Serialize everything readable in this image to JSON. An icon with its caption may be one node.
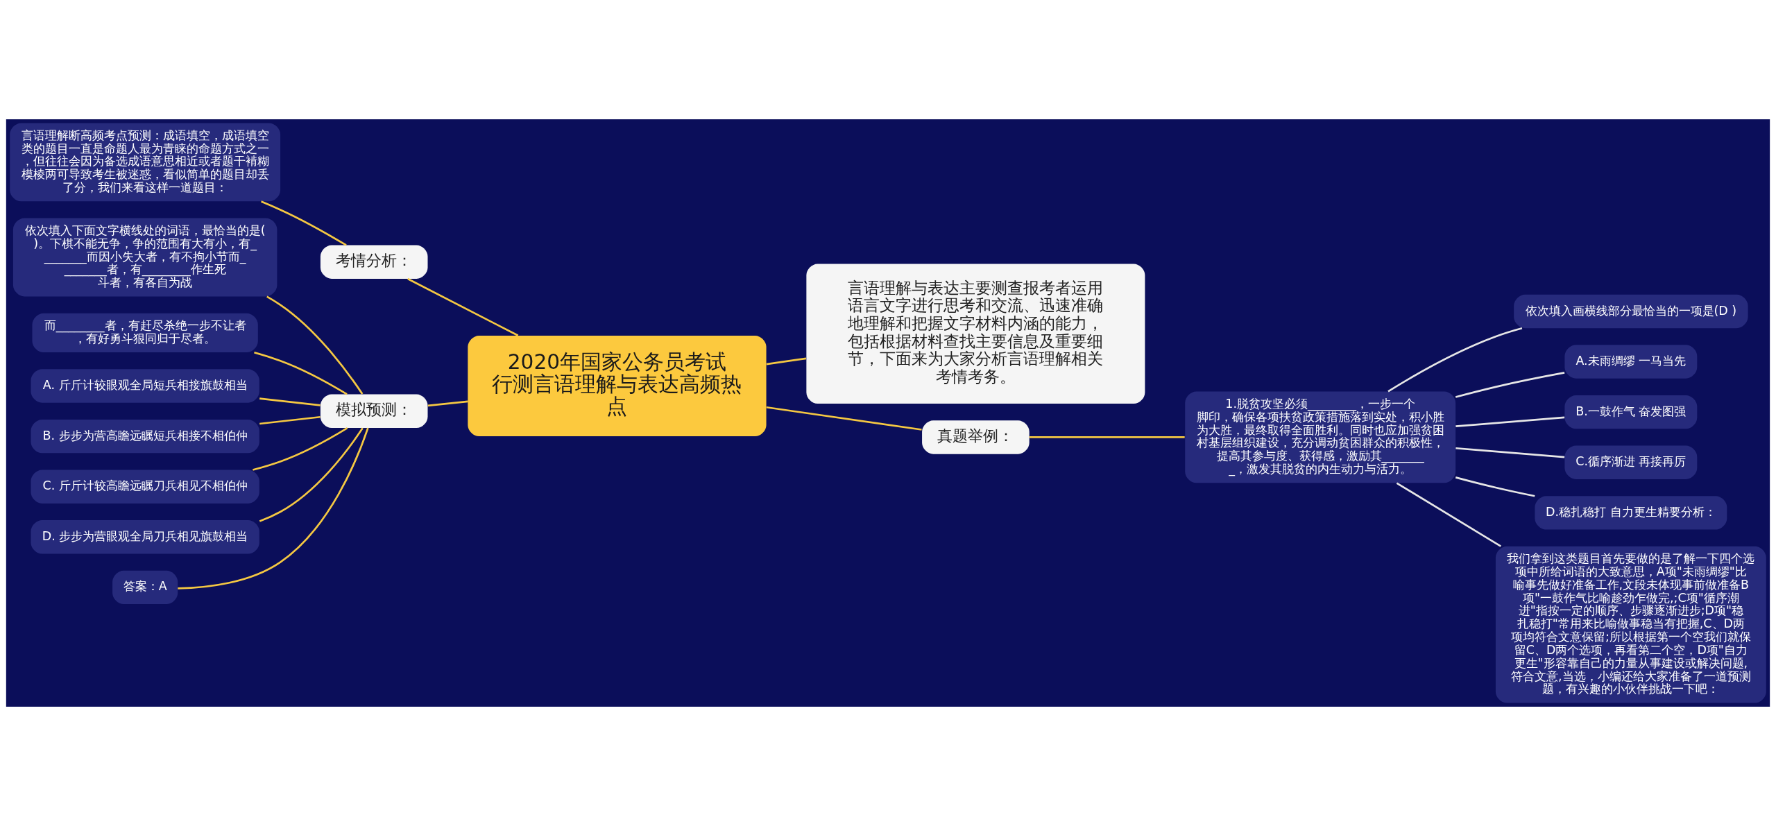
{
  "diagram": {
    "nodes": [
      {
        "text": [
          "2020年国家公务员考试行测言语理解与表达高频热点"
        ]
      },
      {
        "text": [
          "考情分析："
        ]
      },
      {
        "text": [
          "言语理解断高频考点预测：成语填空，成语填空类的题目一直是命题人最为青睐的命题方式之一，但往往会因为备选成语意思相近或者题干褃糊模棱两可导致考生被迷惑，看似简单的题目却丢了分，我们来看这样一道题目："
        ]
      },
      {
        "text": [
          "言语理解与表达主要测查报考者运用语言文字进行思考和交流、迅速准确地理解和把握文字材料内涵的能力，包括根据材料查找主要信息及重要细节，下面来为大家分析言语理解相关考情考务。"
        ]
      },
      {
        "text": [
          "模拟预测："
        ]
      },
      {
        "text": [
          "依次填入下面文字横线处的词语，最恰当的是( )。下棋不能无争，争的范围有大有小，有________而因小失大者，有不拘小节而________者，有________作生死斗者，有各自为战"
        ]
      },
      {
        "text": [
          "而________者，有赶尽杀绝一步不让者，有好勇斗狠同归于尽者。"
        ]
      },
      {
        "text": [
          "A. 斤斤计较眼观全局短兵相接旗鼓相当"
        ]
      },
      {
        "text": [
          "B. 步步为营高瞻远瞩短兵相接不相伯仲"
        ]
      },
      {
        "text": [
          "C. 斤斤计较高瞻远瞩刀兵相见不相伯仲"
        ]
      },
      {
        "text": [
          "D. 步步为营眼观全局刀兵相见旗鼓相当"
        ]
      },
      {
        "text": [
          "答案：A"
        ]
      },
      {
        "text": [
          "真题举例："
        ]
      },
      {
        "text": [
          "1.脱贫攻坚必须________，一步一个脚印，确保各项扶贫政策措施落到实处，积小胜为大胜，最终取得全面胜利。同时也应加强贫困村基层组织建设，充分调动贫困群众的积极性，提高其参与度、获得感，激励其________，激发其脱贫的内生动力与活力。"
        ]
      },
      {
        "text": [
          "依次填入画横线部分最恰当的一项是(D )"
        ]
      },
      {
        "text": [
          "A.未雨绸缪 一马当先"
        ]
      },
      {
        "text": [
          "B.一鼓作气 奋发图强"
        ]
      },
      {
        "text": [
          "C.循序渐进 再接再厉"
        ]
      },
      {
        "text": [
          "D.稳扎稳打 自力更生精要分析："
        ]
      },
      {
        "text": [
          "我们拿到这类题目首先要做的是了解一下四个选项中所给词语的大致意思，A项\"未雨绸缪\"比喻事先做好准备工作,文段未体现事前做准备B项\"一鼓作气比喻趁劲乍做完,;C项\"循序潮进\"指按一定的顺序、步骤逐渐进步;D项\"稳扎稳打\"常用来比喻做事稳当有把握,C、D两项均符合文意保留;所以根据第一个空我们就保留C、D两个选项，再看第二个空，D项\"自力更生\"形容靠自己的力量从事建设或解决问题,符合文意,当选，小编还给大家准备了一道预测题，有兴趣的小伙伴挑战一下吧："
        ]
      }
    ],
    "edges": [
      {
        "from": 0,
        "to": 1,
        "arrow": "none"
      },
      {
        "from": 1,
        "to": 2,
        "arrow": "none"
      },
      {
        "from": 0,
        "to": 3,
        "arrow": "none"
      },
      {
        "from": 0,
        "to": 4,
        "arrow": "none"
      },
      {
        "from": 4,
        "to": 5,
        "arrow": "none"
      },
      {
        "from": 4,
        "to": 6,
        "arrow": "none"
      },
      {
        "from": 4,
        "to": 7,
        "arrow": "none"
      },
      {
        "from": 4,
        "to": 8,
        "arrow": "none"
      },
      {
        "from": 4,
        "to": 9,
        "arrow": "none"
      },
      {
        "from": 4,
        "to": 10,
        "arrow": "none"
      },
      {
        "from": 4,
        "to": 11,
        "arrow": "none"
      },
      {
        "from": 0,
        "to": 12,
        "arrow": "none"
      },
      {
        "from": 12,
        "to": 13,
        "arrow": "none"
      },
      {
        "from": 13,
        "to": 14,
        "arrow": "none",
        "color": "#e6e6e6"
      },
      {
        "from": 13,
        "to": 15,
        "arrow": "none",
        "color": "#e6e6e6"
      },
      {
        "from": 13,
        "to": 16,
        "arrow": "none",
        "color": "#e6e6e6"
      },
      {
        "from": 13,
        "to": 17,
        "arrow": "none",
        "color": "#e6e6e6"
      },
      {
        "from": 13,
        "to": 18,
        "arrow": "none",
        "color": "#e6e6e6"
      },
      {
        "from": 13,
        "to": 19,
        "arrow": "none",
        "color": "#e6e6e6"
      }
    ]
  }
}
